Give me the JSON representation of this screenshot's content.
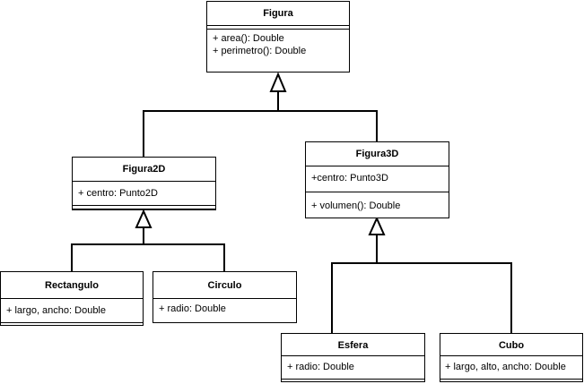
{
  "classes": {
    "figura": {
      "name": "Figura",
      "attributes": [],
      "methods": [
        "+ area(): Double",
        "+ perimetro(): Double"
      ]
    },
    "figura2d": {
      "name": "Figura2D",
      "attributes": [
        "+ centro: Punto2D"
      ],
      "methods": []
    },
    "figura3d": {
      "name": "Figura3D",
      "attributes": [
        "+centro: Punto3D"
      ],
      "methods": [
        "+ volumen(): Double"
      ]
    },
    "rectangulo": {
      "name": "Rectangulo",
      "attributes": [
        "+ largo, ancho: Double"
      ],
      "methods": []
    },
    "circulo": {
      "name": "Circulo",
      "attributes": [
        "+ radio: Double"
      ],
      "methods": []
    },
    "esfera": {
      "name": "Esfera",
      "attributes": [
        "+ radio: Double"
      ],
      "methods": []
    },
    "cubo": {
      "name": "Cubo",
      "attributes": [
        "+ largo, alto, ancho: Double"
      ],
      "methods": []
    }
  },
  "colors": {
    "line": "#000000",
    "box_fill": "#ffffff"
  }
}
